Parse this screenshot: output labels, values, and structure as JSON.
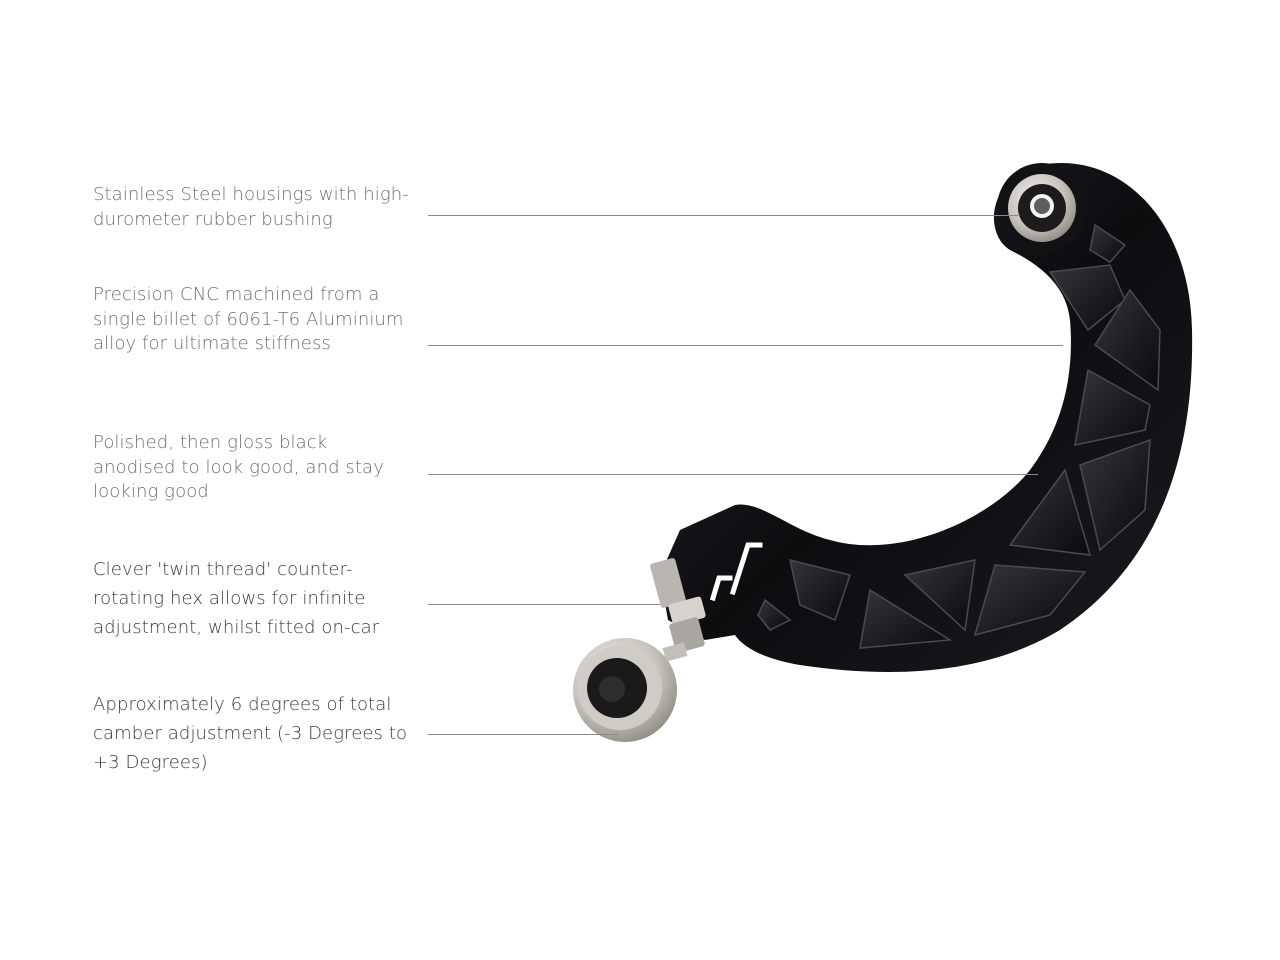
{
  "callouts": [
    {
      "text": "Stainless Steel housings with high-durometer rubber bushing"
    },
    {
      "text": "Precision CNC machined from a single billet of 6061-T6 Aluminium alloy for ultimate stiffness"
    },
    {
      "text": "Polished, then gloss black anodised to look good, and stay looking good"
    },
    {
      "text": "Clever 'twin thread' counter-rotating hex allows for infinite adjustment, whilst fitted on-car"
    },
    {
      "text": "Approximately 6 degrees of total camber adjustment (-3 Degrees to +3 Degrees)"
    }
  ],
  "colors": {
    "arm_body": "#111114",
    "arm_highlight": "#3a3a40",
    "metal": "#c9c6c2",
    "bushing": "#1c1c1c",
    "leader_line": "#8a8a8a",
    "text_light": "#6f6f6f",
    "text_dark": "#3c3c3c"
  },
  "product": {
    "type": "adjustable rear camber arm"
  }
}
